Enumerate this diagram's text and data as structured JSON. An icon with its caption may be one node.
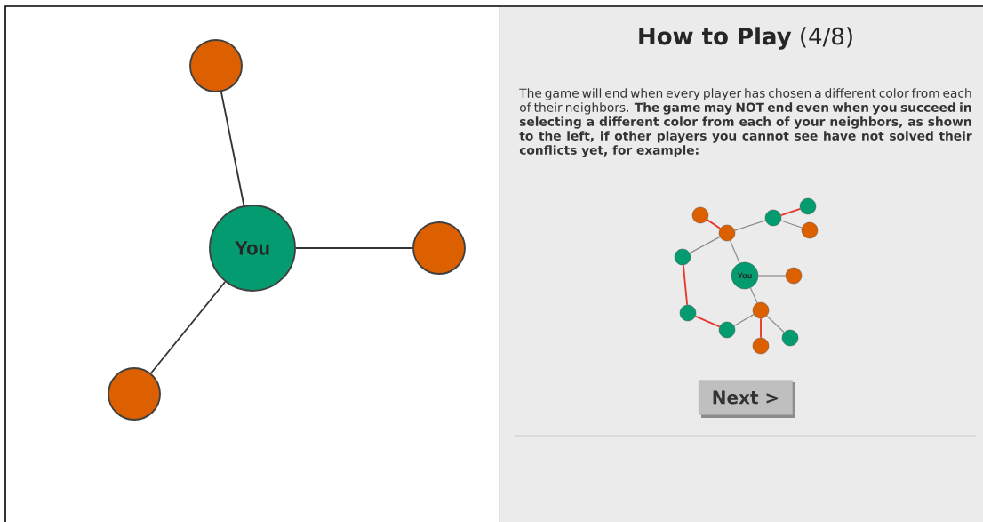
{
  "diagram": {
    "title": "**How to Play** (4/8)",
    "nodes": [
      {
        "text": [
          "You"
        ]
      },
      {
        "text": [],
        "shape": "circle"
      },
      {
        "text": [],
        "shape": "circle"
      },
      {
        "text": [],
        "shape": "circle"
      },
      {
        "text": [],
        "shape": "circle"
      },
      {
        "text": [],
        "shape": "circle"
      },
      {
        "text": [],
        "shape": "circle"
      },
      {
        "text": [],
        "shape": "circle"
      },
      {
        "text": [],
        "shape": "circle"
      },
      {
        "text": [],
        "shape": "circle"
      },
      {
        "text": [
          "You"
        ]
      },
      {
        "text": [],
        "shape": "circle"
      },
      {
        "text": [],
        "shape": "circle"
      },
      {
        "text": [],
        "shape": "circle"
      },
      {
        "text": [],
        "shape": "circle"
      },
      {
        "text": [],
        "shape": "circle"
      },
      {
        "text": [],
        "shape": "circle"
      }
    ],
    "edges": [
      {
        "from": 0,
        "to": 1,
        "arrow": "none",
        "color": "#333333"
      },
      {
        "from": 0,
        "to": 2,
        "arrow": "none",
        "color": "#333333"
      },
      {
        "from": 0,
        "to": 3,
        "arrow": "none",
        "color": "#333333"
      },
      {
        "from": 4,
        "to": 5,
        "arrow": "none",
        "color": "#e8382b"
      },
      {
        "from": 5,
        "to": 6,
        "arrow": "none"
      },
      {
        "from": 6,
        "to": 7,
        "arrow": "none",
        "color": "#e8382b"
      },
      {
        "from": 6,
        "to": 8,
        "arrow": "none"
      },
      {
        "from": 5,
        "to": 9,
        "arrow": "none"
      },
      {
        "from": 5,
        "to": 10,
        "arrow": "none"
      },
      {
        "from": 10,
        "to": 11,
        "arrow": "none"
      },
      {
        "from": 10,
        "to": 12,
        "arrow": "none"
      },
      {
        "from": 9,
        "to": 13,
        "arrow": "none",
        "color": "#e8382b"
      },
      {
        "from": 13,
        "to": 14,
        "arrow": "none",
        "color": "#e8382b"
      },
      {
        "from": 14,
        "to": 12,
        "arrow": "none"
      },
      {
        "from": 12,
        "to": 16,
        "arrow": "none",
        "color": "#e8382b"
      },
      {
        "from": 12,
        "to": 15,
        "arrow": "none"
      }
    ],
    "labels": [
      "The game will end when every player has chosen a different color from each of their neighbors. **The game may NOT end even when you succeed in selecting a different color from each of your neighbors, as shown to the left, if other players you cannot see have not solved their conflicts yet, for example:**",
      "Next >"
    ]
  }
}
